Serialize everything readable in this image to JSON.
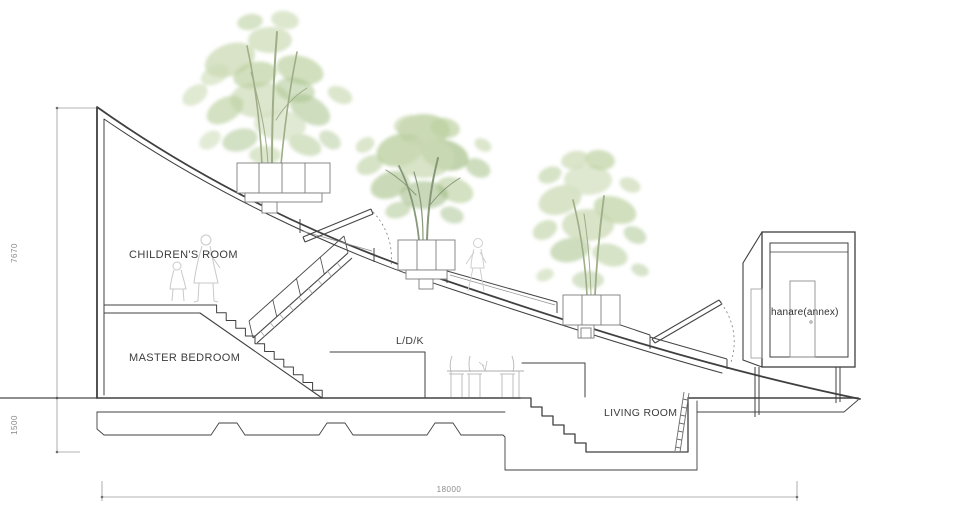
{
  "drawing": {
    "rooms": {
      "childrens_room": "CHILDREN'S ROOM",
      "master_bedroom": "MASTER BEDROOM",
      "ldk": "L/D/K",
      "living_room": "LIVING ROOM",
      "annex": "hanare(annex)"
    },
    "dimensions": {
      "left_upper_mm": "7670",
      "left_lower_mm": "1500",
      "bottom_total_mm": "18000"
    },
    "colors": {
      "line": "#424242",
      "light_gray_figures": "#c9c9c9",
      "dimension_gray": "#8a8a8a",
      "foliage_light": "#d6e2c4",
      "foliage_mid": "#bdd1a2",
      "foliage_deep": "#a6c189",
      "trunk": "#9fae88"
    }
  }
}
